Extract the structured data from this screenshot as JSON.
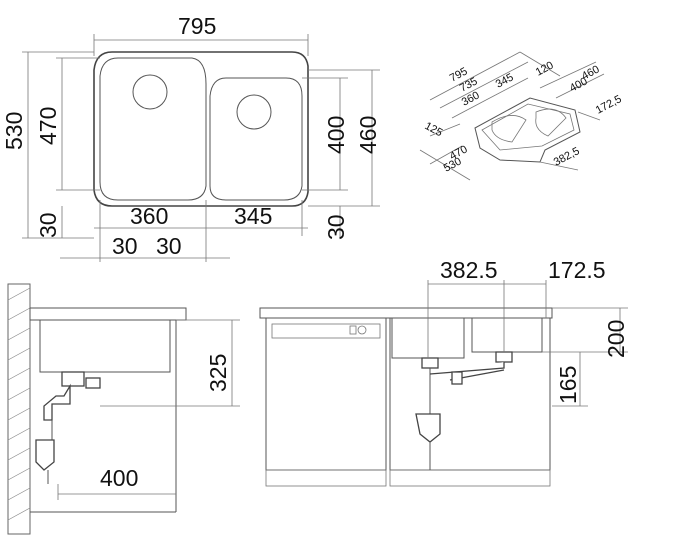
{
  "top_view": {
    "width_total": "795",
    "height_outer": "530",
    "height_bowl_left": "470",
    "height_bowl_right": "400",
    "height_right_outer": "460",
    "margin_bottom_left": "30",
    "margin_bottom_right": "30",
    "bowl_left_width": "360",
    "bowl_right_width": "345",
    "gap_left": "30",
    "gap_mid": "30"
  },
  "iso_view": {
    "labels": [
      "795",
      "735",
      "360",
      "345",
      "120",
      "460",
      "400",
      "172,5",
      "125",
      "470",
      "530",
      "382,5"
    ]
  },
  "side_view": {
    "drain_depth": "325",
    "drain_offset": "400"
  },
  "front_view": {
    "drain_left": "382.5",
    "drain_right": "172.5",
    "bowl_depth": "200",
    "bottom_gap": "165"
  }
}
